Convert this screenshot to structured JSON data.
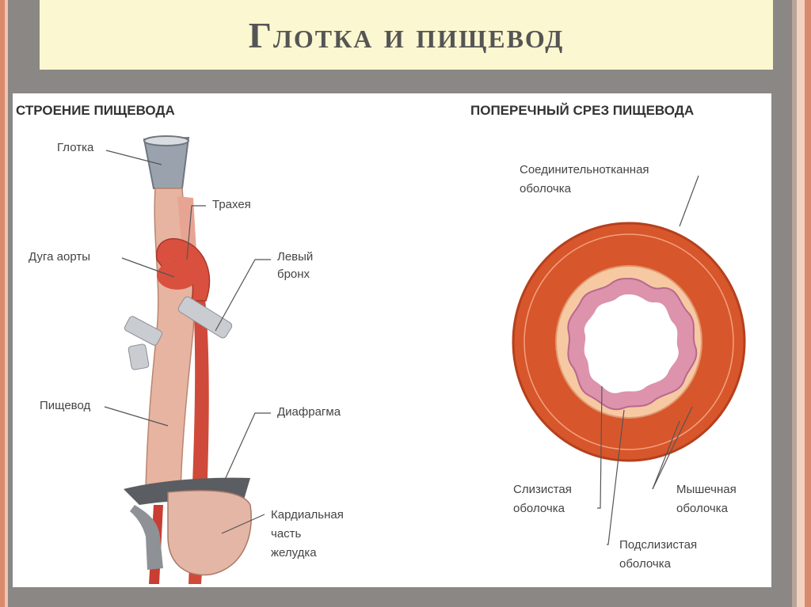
{
  "title": "Глотка и пищевод",
  "left": {
    "heading": "СТРОЕНИЕ ПИЩЕВОДА",
    "labels": {
      "pharynx": "Глотка",
      "trachea": "Трахея",
      "aortic_arch": "Дуга аорты",
      "left_bronchus_1": "Левый",
      "left_bronchus_2": "бронх",
      "esophagus": "Пищевод",
      "diaphragm": "Диафрагма",
      "cardia_1": "Кардиальная",
      "cardia_2": "часть",
      "cardia_3": "желудка"
    }
  },
  "right": {
    "heading": "ПОПЕРЕЧНЫЙ СРЕЗ ПИЩЕВОДА",
    "labels": {
      "adventitia_1": "Соединительнотканная",
      "adventitia_2": "оболочка",
      "mucosa_1": "Слизистая",
      "mucosa_2": "оболочка",
      "muscular_1": "Мышечная",
      "muscular_2": "оболочка",
      "submucosa_1": "Подслизистая",
      "submucosa_2": "оболочка"
    }
  },
  "colors": {
    "muscle": "#d8562b",
    "submucosa": "#f6c9a3",
    "mucosa": "#d991a8",
    "esophagus": "#e7b8a4",
    "aorta": "#d64a3e"
  }
}
